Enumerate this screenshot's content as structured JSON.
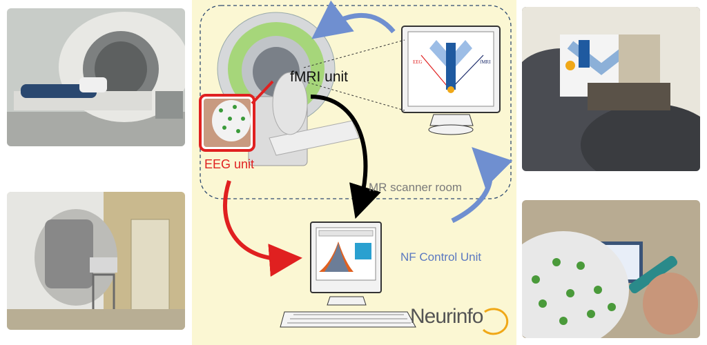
{
  "labels": {
    "fmri_unit": "fMRI unit",
    "eeg_unit": "EEG unit",
    "mr_room": "MR scanner room",
    "nf_control": "NF Control Unit"
  },
  "monitor_axes": {
    "left": "EEG",
    "right": "fMRI"
  },
  "logo": {
    "text": "Neurinfo"
  },
  "colors": {
    "background_panel": "#fbf7d3",
    "eeg_red": "#e02020",
    "arrow_blue": "#6f8fd0",
    "arrow_black": "#000000",
    "room_border": "#2e4a70"
  },
  "photos": [
    {
      "name": "mri-patient-photo-top-left",
      "icon": "mri-scanner-photo"
    },
    {
      "name": "mri-scanner-photo-bottom-left",
      "icon": "mri-scanner-photo"
    },
    {
      "name": "scanner-view-photo-top-right",
      "icon": "in-scanner-view-photo"
    },
    {
      "name": "eeg-cap-photo-bottom-right",
      "icon": "eeg-cap-photo"
    }
  ]
}
